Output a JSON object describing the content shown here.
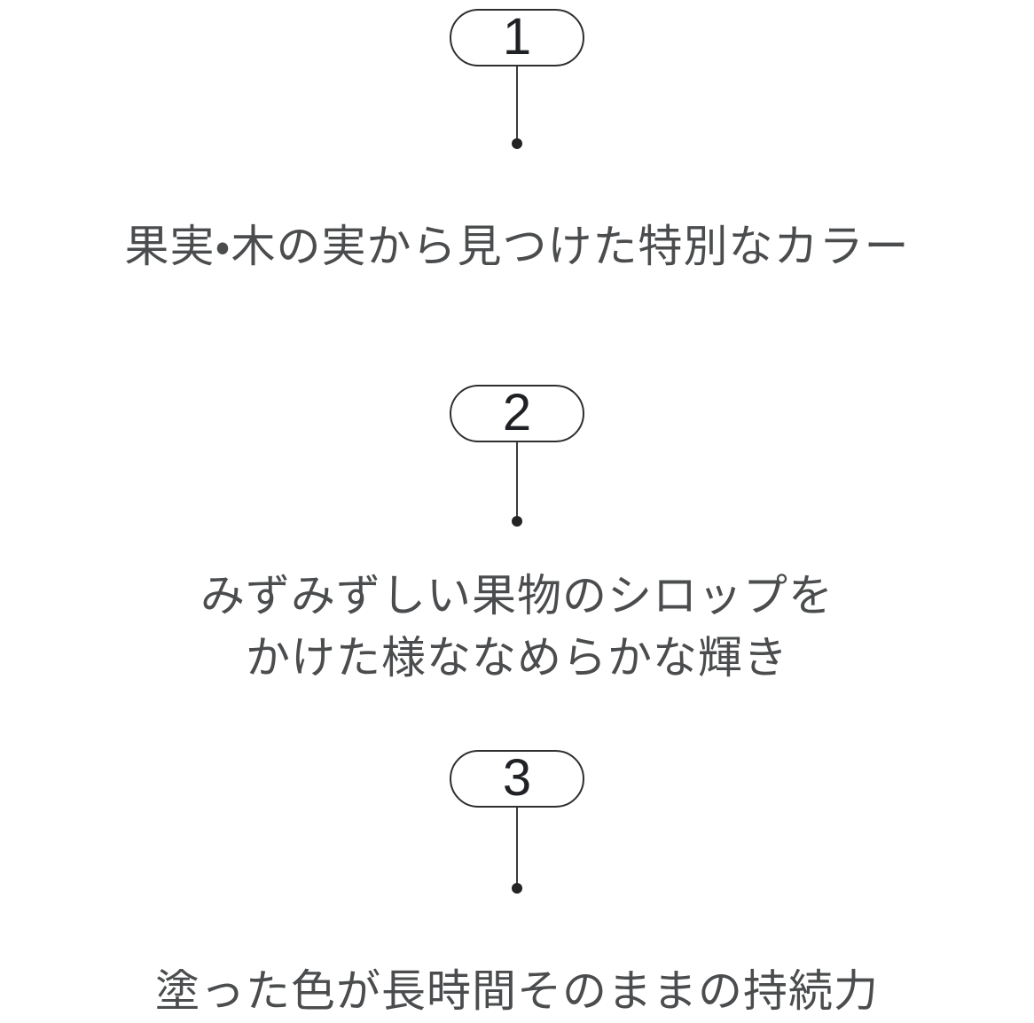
{
  "page": {
    "description": "Numbered product feature list",
    "language": "ja"
  },
  "features": [
    {
      "number": "1",
      "lines": [
        "果実・木の実から見つけた特別なカラー"
      ]
    },
    {
      "number": "2",
      "lines": [
        "みずみずしい果物のシロップを",
        "かけた様ななめらかな輝き"
      ]
    },
    {
      "number": "3",
      "lines": [
        "塗った色が長時間そのままの持続力"
      ]
    }
  ],
  "colors": {
    "background": "#ffffff",
    "text": "#4a4c4e",
    "outline": "#2e2e30",
    "number": "#202124",
    "line": "#3c3c3e",
    "dot": "#242426"
  }
}
